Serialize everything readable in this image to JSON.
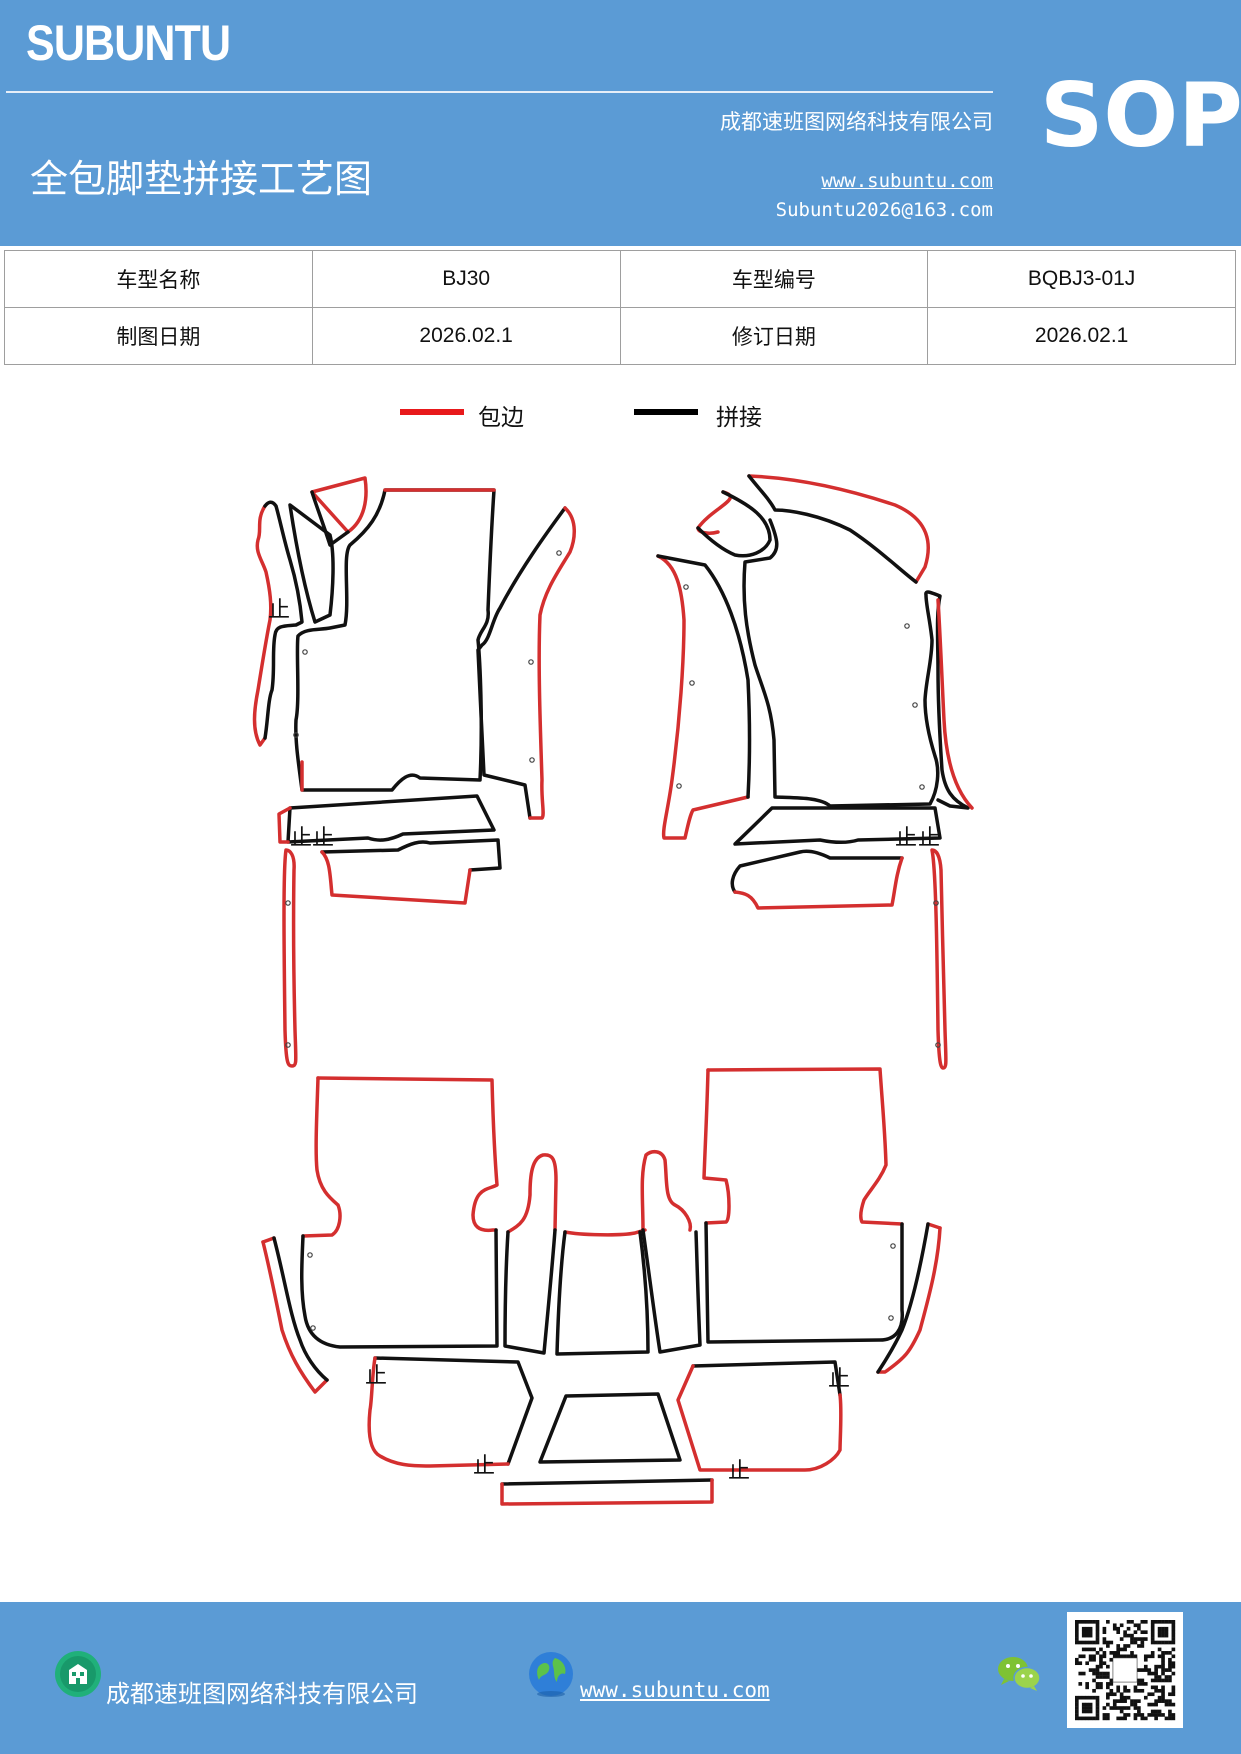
{
  "header": {
    "brand": "SUBUNTU",
    "company": "成都速班图网络科技有限公司",
    "title": "全包脚垫拼接工艺图",
    "website": "www.subuntu.com",
    "email": "Subuntu2026@163.com",
    "badge": "SOP",
    "background_color": "#5b9bd5"
  },
  "info_table": {
    "row1": {
      "label1": "车型名称",
      "value1": "BJ30",
      "label2": "车型编号",
      "value2": "BQBJ3-01J"
    },
    "row2": {
      "label1": "制图日期",
      "value1": "2026.02.1",
      "label2": "修订日期",
      "value2": "2026.02.1"
    }
  },
  "legend": {
    "items": [
      {
        "label": "包边",
        "color": "#e8191b"
      },
      {
        "label": "拼接",
        "color": "#000000"
      }
    ]
  },
  "diagram": {
    "edge_color": "#d42f2f",
    "seam_color": "#111111",
    "seam_mark": "止"
  },
  "footer": {
    "company": "成都速班图网络科技有限公司",
    "website": "www.subuntu.com ",
    "icons": [
      "building-icon",
      "globe-icon",
      "wechat-icon",
      "qr-code"
    ]
  }
}
